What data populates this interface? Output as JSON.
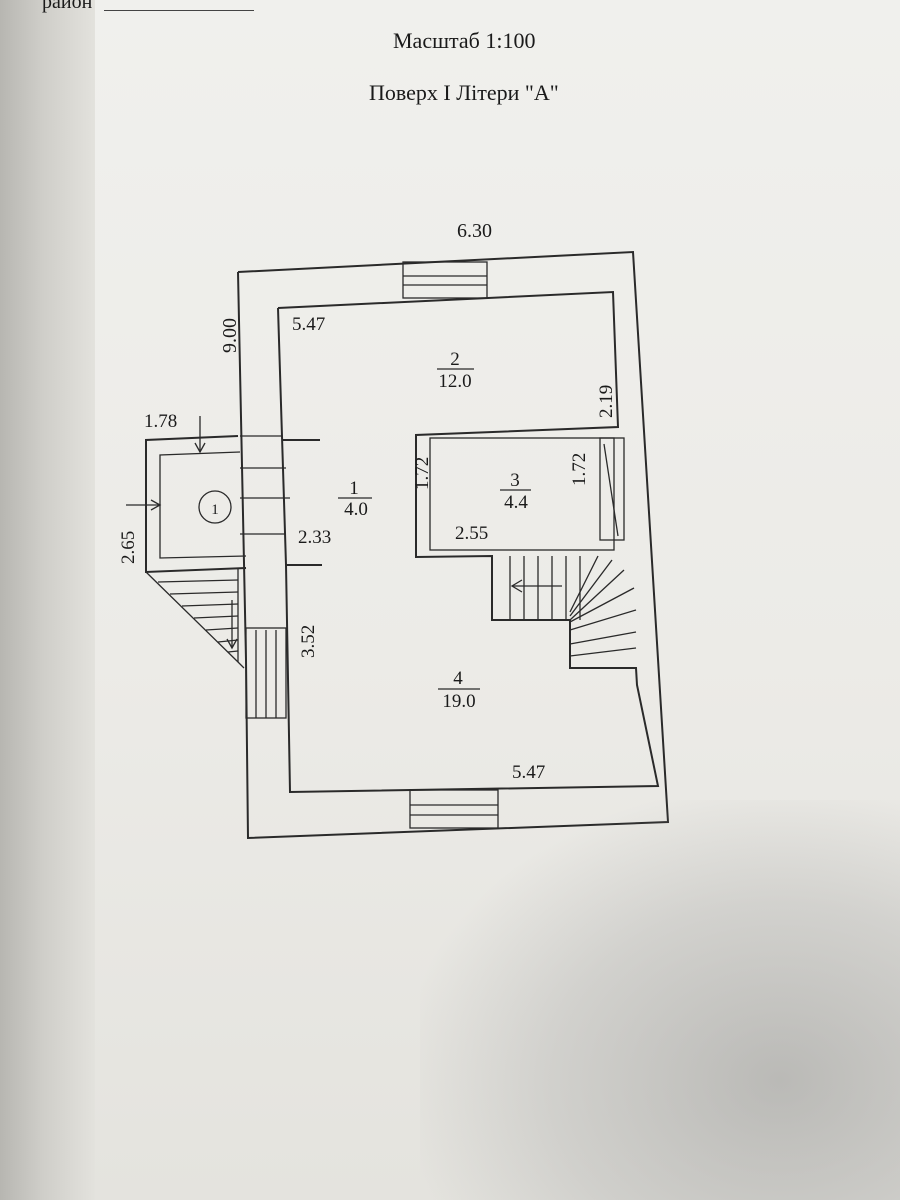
{
  "header": {
    "district_label": "район",
    "scale": "Масштаб 1:100",
    "floor_title": "Поверх І Літери \"А\""
  },
  "dimensions": {
    "overall_width": "6.30",
    "overall_height": "9.00",
    "room2_top_width": "5.47",
    "room2_side": "2.19",
    "room3_left_height": "1.72",
    "room3_right_height": "1.72",
    "room3_bottom_width": "2.55",
    "room1_width": "2.33",
    "room4_left_height": "3.52",
    "room4_bottom_width": "5.47",
    "porch_width": "1.78",
    "porch_height": "2.65"
  },
  "rooms": [
    {
      "number": "1",
      "area": "4.0"
    },
    {
      "number": "2",
      "area": "12.0"
    },
    {
      "number": "3",
      "area": "4.4"
    },
    {
      "number": "4",
      "area": "19.0"
    }
  ],
  "entrance_marker": "1"
}
